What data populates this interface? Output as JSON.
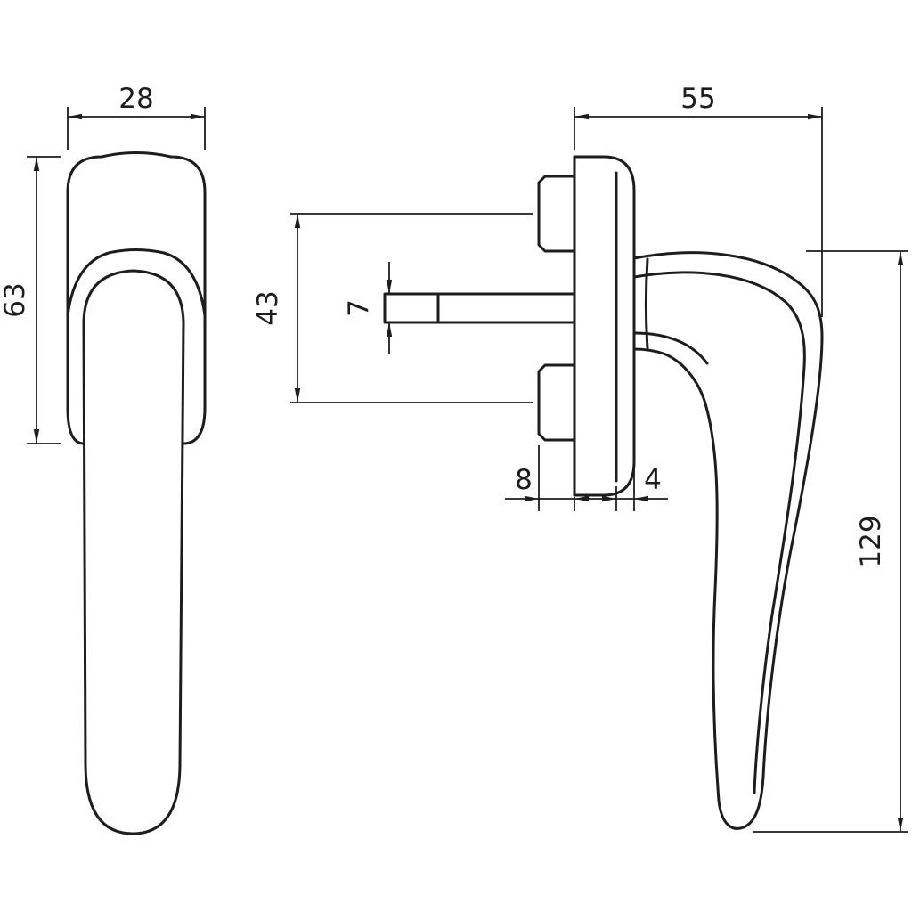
{
  "drawing": {
    "figure": "window handle technical dimension drawing, two orthographic views",
    "dimensions": {
      "front_width": "28",
      "rosette_height": "63",
      "depth": "55",
      "screw_spacing": "43",
      "spindle_square": "7",
      "boss_depth": "8",
      "plate_edge": "4",
      "handle_length": "129"
    },
    "colors": {
      "line": "#1d1d1d",
      "background": "#ffffff"
    }
  }
}
